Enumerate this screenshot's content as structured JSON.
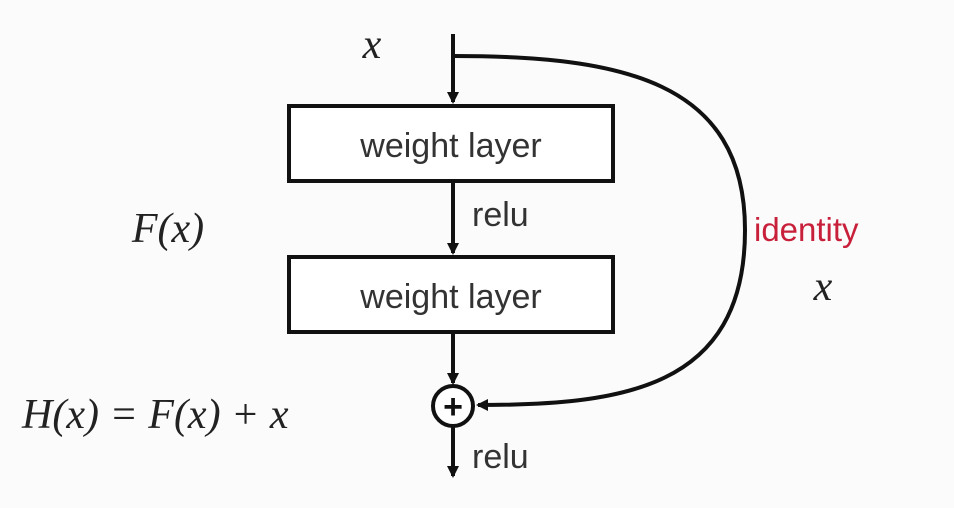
{
  "input_label": "x",
  "weight_layer_1": "weight layer",
  "relu_1": "relu",
  "weight_layer_2": "weight layer",
  "residual_label": "F(x)",
  "output_equation": "H(x) = F(x) + x",
  "output_relu": "relu",
  "shortcut": {
    "label": "identity",
    "var": "x",
    "label_color": "#c8203a"
  },
  "add_symbol": "+"
}
